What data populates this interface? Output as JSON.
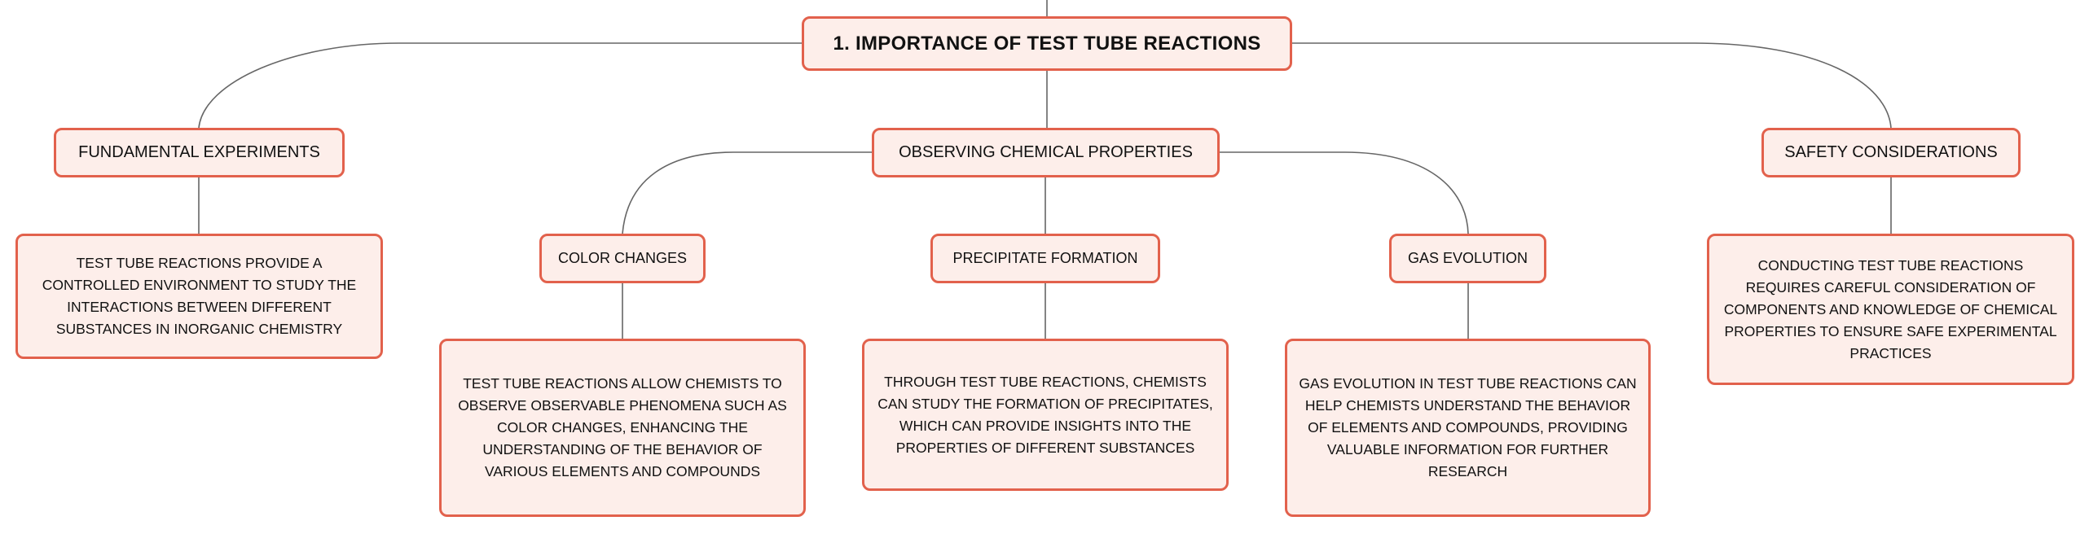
{
  "diagram": {
    "root": {
      "label": "1. IMPORTANCE OF TEST TUBE REACTIONS"
    },
    "branches": {
      "fundamental": {
        "label": "FUNDAMENTAL EXPERIMENTS",
        "description": "TEST TUBE REACTIONS PROVIDE A CONTROLLED ENVIRONMENT TO STUDY THE INTERACTIONS BETWEEN DIFFERENT SUBSTANCES IN INORGANIC CHEMISTRY"
      },
      "observing": {
        "label": "OBSERVING CHEMICAL PROPERTIES",
        "topics": {
          "color": {
            "label": "COLOR CHANGES",
            "description": "TEST TUBE REACTIONS ALLOW CHEMISTS TO OBSERVE OBSERVABLE PHENOMENA SUCH AS COLOR CHANGES, ENHANCING THE UNDERSTANDING OF THE BEHAVIOR OF VARIOUS ELEMENTS AND COMPOUNDS"
          },
          "precipitate": {
            "label": "PRECIPITATE FORMATION",
            "description": "THROUGH TEST TUBE REACTIONS, CHEMISTS CAN STUDY THE FORMATION OF PRECIPITATES, WHICH CAN PROVIDE INSIGHTS INTO THE PROPERTIES OF DIFFERENT SUBSTANCES"
          },
          "gas": {
            "label": "GAS EVOLUTION",
            "description": "GAS EVOLUTION IN TEST TUBE REACTIONS CAN HELP CHEMISTS UNDERSTAND THE BEHAVIOR OF ELEMENTS AND COMPOUNDS, PROVIDING VALUABLE INFORMATION FOR FURTHER RESEARCH"
          }
        }
      },
      "safety": {
        "label": "SAFETY CONSIDERATIONS",
        "description": "CONDUCTING TEST TUBE REACTIONS REQUIRES CAREFUL CONSIDERATION OF COMPONENTS AND KNOWLEDGE OF CHEMICAL PROPERTIES TO ENSURE SAFE EXPERIMENTAL PRACTICES"
      }
    },
    "colors": {
      "node_fill": "#fdeeea",
      "node_border": "#e2614c",
      "connector": "#666666"
    }
  }
}
